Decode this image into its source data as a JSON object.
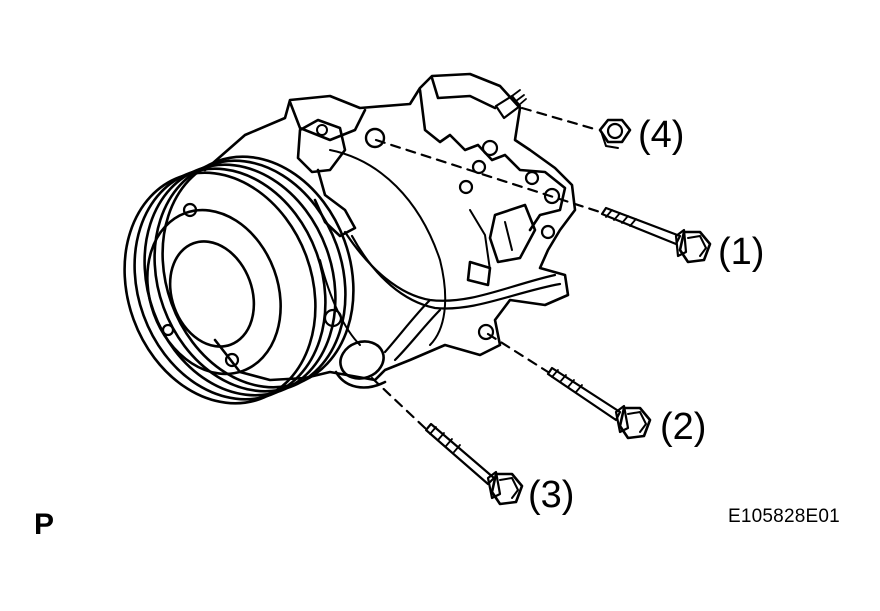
{
  "callouts": {
    "bolt_1": "(1)",
    "bolt_2": "(2)",
    "bolt_3": "(3)",
    "nut_4": "(4)"
  },
  "view_marker": "P",
  "figure_code": "E105828E01",
  "colors": {
    "line": "#000000",
    "background": "#ffffff"
  }
}
